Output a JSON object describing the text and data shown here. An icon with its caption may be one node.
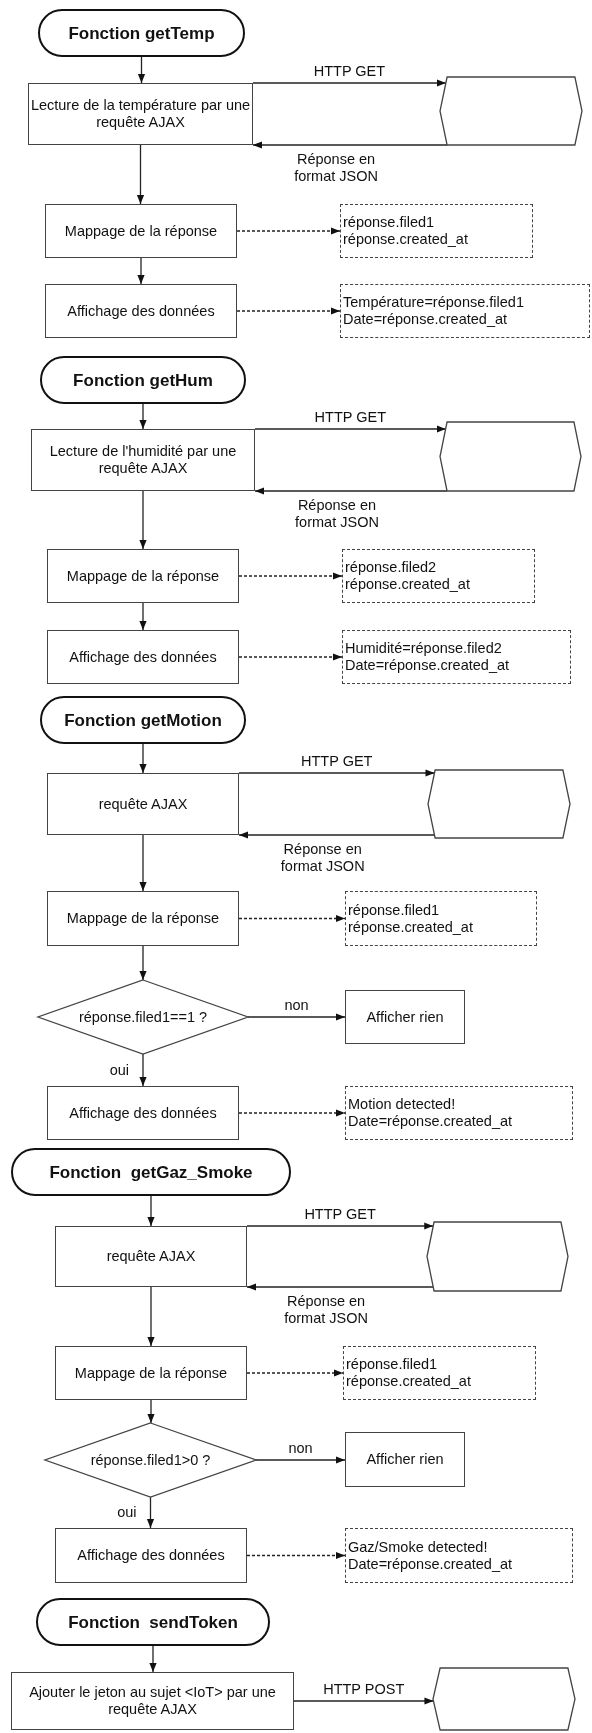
{
  "diagram": {
    "nodes": [
      {
        "text": [
          "Fonction getTemp"
        ]
      },
      {
        "text": [
          "Lecture de la température par une requête AJAX"
        ]
      },
      {
        "text": [],
        "shape": "hexagon"
      },
      {
        "text": [
          "Mappage de la réponse"
        ]
      },
      {
        "text": [
          "réponse.filed1",
          "réponse.created_at"
        ]
      },
      {
        "text": [
          "Affichage des données"
        ]
      },
      {
        "text": [
          "Température=réponse.filed1",
          "Date=réponse.created_at"
        ]
      },
      {
        "text": [
          "Fonction getHum"
        ]
      },
      {
        "text": [
          "Lecture de l'humidité par une requête AJAX"
        ]
      },
      {
        "text": [],
        "shape": "hexagon"
      },
      {
        "text": [
          "Mappage de la réponse"
        ]
      },
      {
        "text": [
          "réponse.filed2",
          "réponse.created_at"
        ]
      },
      {
        "text": [
          "Affichage des données"
        ]
      },
      {
        "text": [
          "Humidité=réponse.filed2",
          "Date=réponse.created_at"
        ]
      },
      {
        "text": [
          "Fonction getMotion"
        ]
      },
      {
        "text": [
          "requête AJAX"
        ]
      },
      {
        "text": [],
        "shape": "hexagon"
      },
      {
        "text": [
          "Mappage de la réponse"
        ]
      },
      {
        "text": [
          "réponse.filed1",
          "réponse.created_at"
        ]
      },
      {
        "text": [
          "réponse.filed1==1 ?"
        ]
      },
      {
        "text": [
          "Afficher rien"
        ]
      },
      {
        "text": [
          "Affichage des données"
        ]
      },
      {
        "text": [
          "Motion detected!",
          "Date=réponse.created_at"
        ]
      },
      {
        "text": [
          "Fonction  getGaz_Smoke"
        ]
      },
      {
        "text": [
          "requête AJAX"
        ]
      },
      {
        "text": [],
        "shape": "hexagon"
      },
      {
        "text": [
          "Mappage de la réponse"
        ]
      },
      {
        "text": [
          "réponse.filed1",
          "réponse.created_at"
        ]
      },
      {
        "text": [
          "réponse.filed1>0 ?"
        ]
      },
      {
        "text": [
          "Afficher rien"
        ]
      },
      {
        "text": [
          "Affichage des données"
        ]
      },
      {
        "text": [
          "Gaz/Smoke detected!",
          "Date=réponse.created_at"
        ]
      },
      {
        "text": [
          "Fonction  sendToken"
        ]
      },
      {
        "text": [
          "Ajouter le jeton au sujet <IoT> par une requête AJAX"
        ]
      },
      {
        "text": [],
        "shape": "hexagon"
      }
    ],
    "edges": [
      {
        "from": 0,
        "to": 1,
        "arrow": "to"
      },
      {
        "from": 1,
        "to": 2,
        "arrow": "to",
        "label": "HTTP GET"
      },
      {
        "from": 2,
        "to": 1,
        "arrow": "to",
        "label": "Réponse en format JSON"
      },
      {
        "from": 1,
        "to": 3,
        "arrow": "to"
      },
      {
        "from": 3,
        "to": 4,
        "arrow": "to",
        "style": "dashed"
      },
      {
        "from": 3,
        "to": 5,
        "arrow": "to"
      },
      {
        "from": 5,
        "to": 6,
        "arrow": "to",
        "style": "dashed"
      },
      {
        "from": 7,
        "to": 8,
        "arrow": "to"
      },
      {
        "from": 8,
        "to": 9,
        "arrow": "to",
        "label": "HTTP GET"
      },
      {
        "from": 9,
        "to": 8,
        "arrow": "to",
        "label": "Réponse en format JSON"
      },
      {
        "from": 8,
        "to": 10,
        "arrow": "to"
      },
      {
        "from": 10,
        "to": 11,
        "arrow": "to",
        "style": "dashed"
      },
      {
        "from": 10,
        "to": 12,
        "arrow": "to"
      },
      {
        "from": 12,
        "to": 13,
        "arrow": "to",
        "style": "dashed"
      },
      {
        "from": 14,
        "to": 15,
        "arrow": "to"
      },
      {
        "from": 15,
        "to": 16,
        "arrow": "to",
        "label": "HTTP GET"
      },
      {
        "from": 16,
        "to": 15,
        "arrow": "to",
        "label": "Réponse en format JSON"
      },
      {
        "from": 15,
        "to": 17,
        "arrow": "to"
      },
      {
        "from": 17,
        "to": 18,
        "arrow": "to",
        "style": "dashed"
      },
      {
        "from": 17,
        "to": 19,
        "arrow": "to"
      },
      {
        "from": 19,
        "to": 20,
        "arrow": "to",
        "label": "non"
      },
      {
        "from": 19,
        "to": 21,
        "arrow": "to",
        "label": "oui"
      },
      {
        "from": 21,
        "to": 22,
        "arrow": "to",
        "style": "dashed"
      },
      {
        "from": 23,
        "to": 24,
        "arrow": "to"
      },
      {
        "from": 24,
        "to": 25,
        "arrow": "to",
        "label": "HTTP GET"
      },
      {
        "from": 25,
        "to": 24,
        "arrow": "to",
        "label": "Réponse en format JSON"
      },
      {
        "from": 24,
        "to": 26,
        "arrow": "to"
      },
      {
        "from": 26,
        "to": 27,
        "arrow": "to",
        "style": "dashed"
      },
      {
        "from": 26,
        "to": 28,
        "arrow": "to"
      },
      {
        "from": 28,
        "to": 29,
        "arrow": "to",
        "label": "non"
      },
      {
        "from": 28,
        "to": 30,
        "arrow": "to",
        "label": "oui"
      },
      {
        "from": 30,
        "to": 31,
        "arrow": "to",
        "style": "dashed"
      },
      {
        "from": 32,
        "to": 33,
        "arrow": "to"
      },
      {
        "from": 33,
        "to": 34,
        "arrow": "to",
        "label": "HTTP POST"
      }
    ]
  }
}
